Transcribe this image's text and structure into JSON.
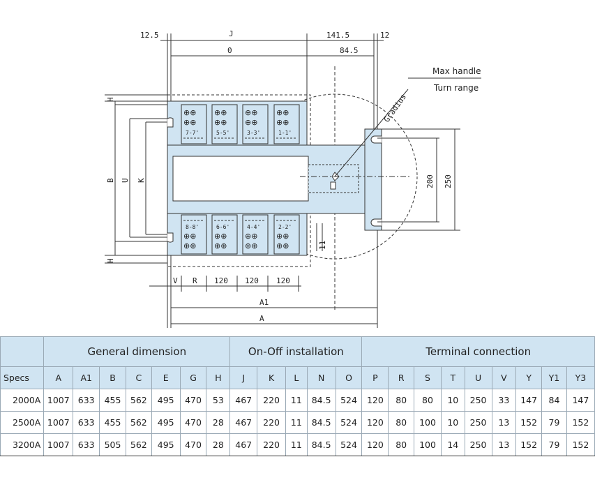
{
  "drawing": {
    "dims": {
      "top_left": "12.5",
      "top_j": "J",
      "top_o": "0",
      "top_141": "141.5",
      "top_12": "12",
      "top_845": "84.5",
      "right_200": "200",
      "right_250": "250",
      "bottom_v": "V",
      "bottom_r": "R",
      "bottom_120a": "120",
      "bottom_120b": "120",
      "bottom_120c": "120",
      "bottom_a1": "A1",
      "bottom_a": "A",
      "left_h_top": "H",
      "left_h_bottom": "H",
      "left_b": "B",
      "left_u": "U",
      "left_k": "K",
      "small_11": "11"
    },
    "annotations": {
      "max_handle": "Max handle",
      "turn_range": "Turn range",
      "g_radius": "Gradius"
    },
    "terminals_top": [
      "7-7'",
      "5-5'",
      "3-3'",
      "1-1'"
    ],
    "terminals_bottom": [
      "8-8'",
      "6-6'",
      "4-4'",
      "2-2'"
    ]
  },
  "table": {
    "groups": {
      "general": "General dimension",
      "onoff": "On-Off installation",
      "terminal": "Terminal connection"
    },
    "columns": [
      "Specs",
      "A",
      "A1",
      "B",
      "C",
      "E",
      "G",
      "H",
      "J",
      "K",
      "L",
      "N",
      "O",
      "P",
      "R",
      "S",
      "T",
      "U",
      "V",
      "Y",
      "Y1",
      "Y3"
    ],
    "rows": [
      [
        "2000A",
        "1007",
        "633",
        "455",
        "562",
        "495",
        "470",
        "53",
        "467",
        "220",
        "11",
        "84.5",
        "524",
        "120",
        "80",
        "80",
        "10",
        "250",
        "33",
        "147",
        "84",
        "147"
      ],
      [
        "2500A",
        "1007",
        "633",
        "455",
        "562",
        "495",
        "470",
        "28",
        "467",
        "220",
        "11",
        "84.5",
        "524",
        "120",
        "80",
        "100",
        "10",
        "250",
        "13",
        "152",
        "79",
        "152"
      ],
      [
        "3200A",
        "1007",
        "633",
        "505",
        "562",
        "495",
        "470",
        "28",
        "467",
        "220",
        "11",
        "84.5",
        "524",
        "120",
        "80",
        "100",
        "14",
        "250",
        "13",
        "152",
        "79",
        "152"
      ]
    ]
  },
  "colors": {
    "drawing_fill": "#d0e4f2",
    "table_header": "#d0e4f2",
    "line": "#333333"
  }
}
